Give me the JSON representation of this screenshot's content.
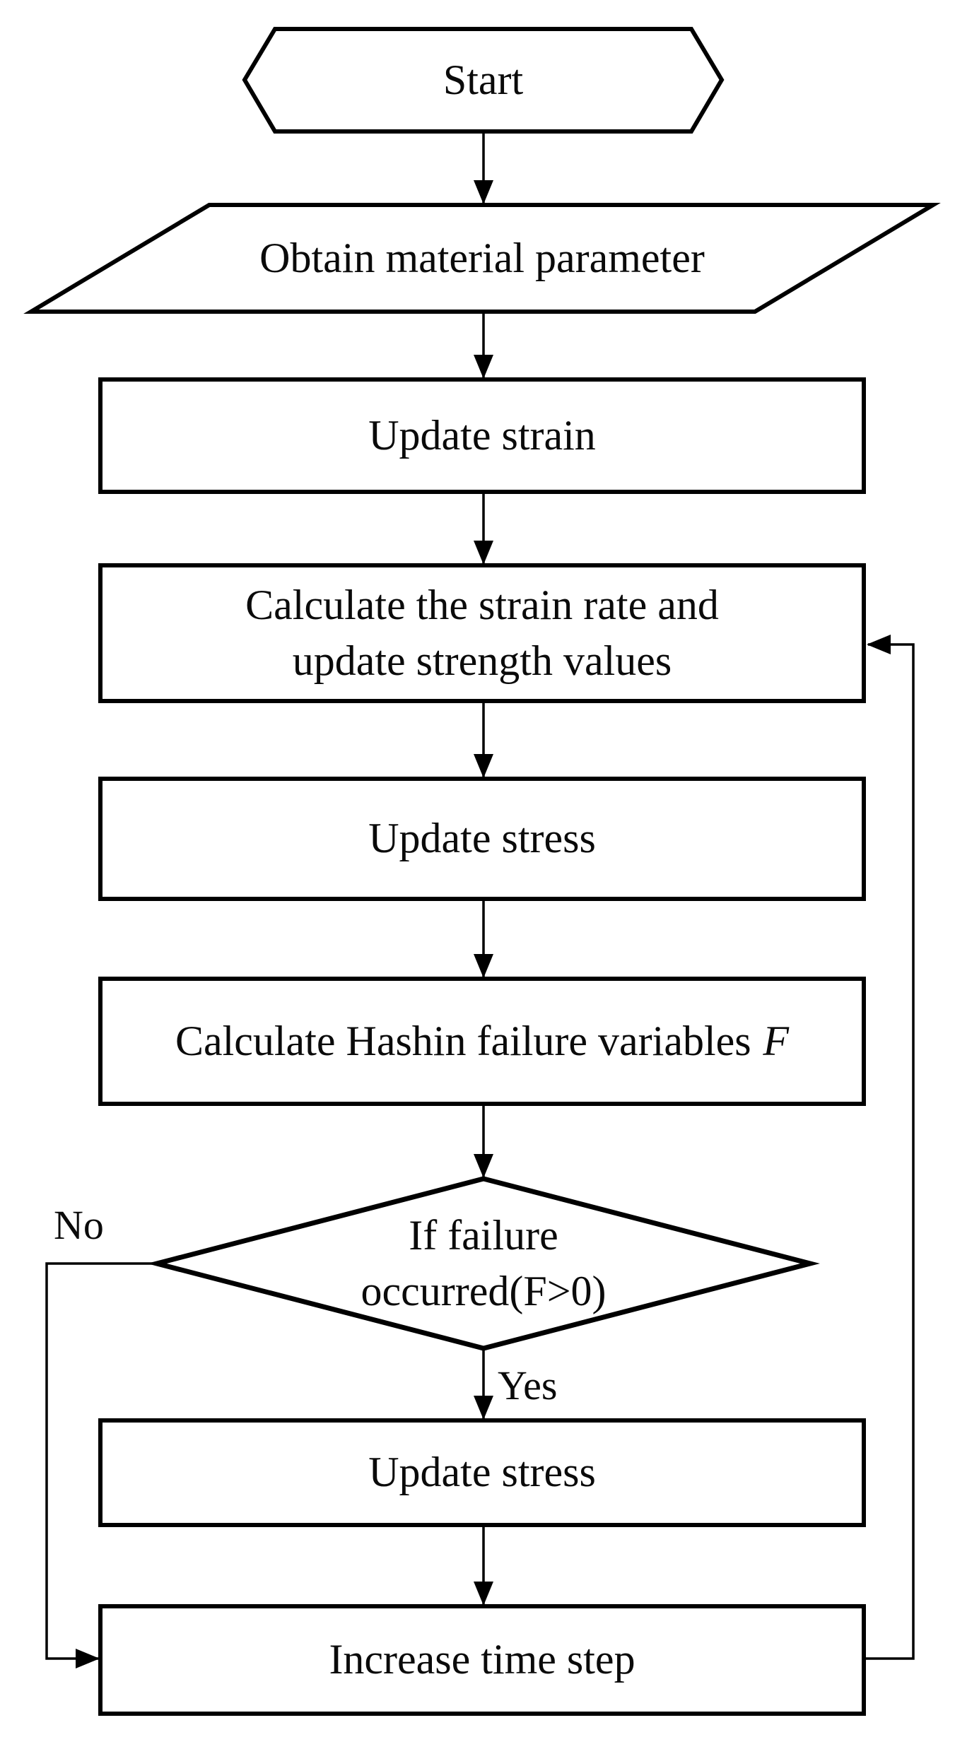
{
  "diagram": {
    "type": "flowchart",
    "colors": {
      "stroke": "#000000",
      "fill": "#ffffff",
      "text": "#0a0a0a"
    },
    "nodes": {
      "start": {
        "shape": "hexagon-terminator",
        "label": "Start"
      },
      "obtain": {
        "shape": "parallelogram-io",
        "label": "Obtain material parameter"
      },
      "update_strain": {
        "shape": "process-rect",
        "label": "Update strain"
      },
      "calc_rate": {
        "shape": "process-rect",
        "line1": "Calculate the strain rate and",
        "line2": "update strength values"
      },
      "update_stress_1": {
        "shape": "process-rect",
        "label": "Update stress"
      },
      "calc_hashin": {
        "shape": "process-rect",
        "label": "Calculate Hashin failure variables",
        "variable": "F"
      },
      "decision": {
        "shape": "decision-diamond",
        "line1": "If failure",
        "line2": "occurred(F>0)"
      },
      "update_stress_2": {
        "shape": "process-rect",
        "label": "Update stress"
      },
      "increase_step": {
        "shape": "process-rect",
        "label": "Increase time step"
      }
    },
    "edges": {
      "yes_label": "Yes",
      "no_label": "No"
    }
  }
}
